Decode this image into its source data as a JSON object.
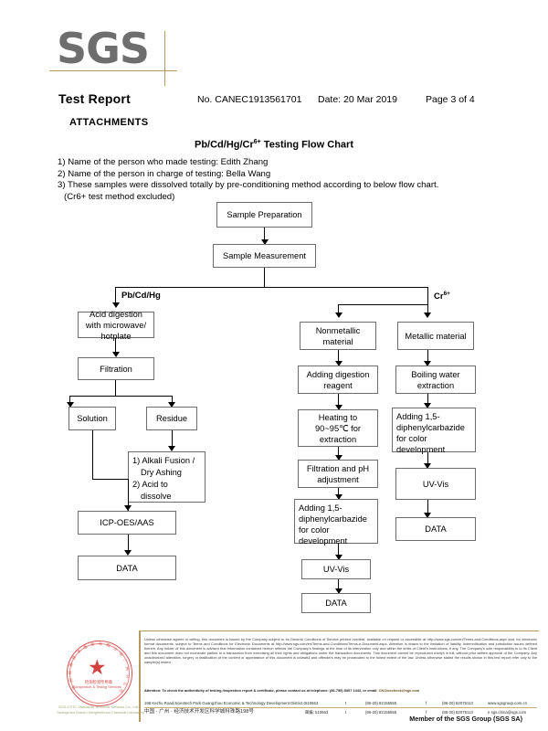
{
  "brand": {
    "logo_text": "SGS"
  },
  "header": {
    "title": "Test Report",
    "report_no": "No. CANEC1913561701",
    "date": "Date: 20 Mar 2019",
    "page": "Page 3 of 4",
    "attachments_label": "ATTACHMENTS"
  },
  "flowchart": {
    "title_main": "Pb/Cd/Hg/Cr",
    "title_sup": "6+",
    "title_tail": " Testing Flow Chart",
    "notes": [
      "1) Name of the person who made testing: Edith Zhang",
      "2) Name of the person in charge of testing: Bella Wang",
      "3) These samples were dissolved totally by pre-conditioning method according to below flow chart."
    ],
    "note_indent": "(Cr6+ test method excluded)",
    "branch_labels": {
      "left": "Pb/Cd/Hg",
      "right_main": "Cr",
      "right_sup": "6+"
    },
    "nodes": {
      "sample_preparation": "Sample Preparation",
      "sample_measurement": "Sample Measurement",
      "acid_digestion": "Acid digestion with microwave/ hotplate",
      "filtration": "Filtration",
      "solution": "Solution",
      "residue": "Residue",
      "alkali_fusion_l1": "1) Alkali Fusion /",
      "alkali_fusion_l2": "Dry Ashing",
      "alkali_fusion_l3": "2) Acid to",
      "alkali_fusion_l4": "dissolve",
      "icp_oes_aas": "ICP-OES/AAS",
      "data_left": "DATA",
      "nonmetallic_material": "Nonmetallic material",
      "adding_digestion_reagent": "Adding digestion reagent",
      "heating": "Heating to 90~95℃ for extraction",
      "filtration_ph": "Filtration and pH adjustment",
      "adding_dpc_mid": "Adding 1,5-diphenylcarbazide for color development",
      "uv_vis_mid": "UV-Vis",
      "data_mid": "DATA",
      "metallic_material": "Metallic material",
      "boiling_water_extraction": "Boiling water extraction",
      "adding_dpc_right": "Adding 1,5-diphenylcarbazide for color development",
      "uv_vis_right": "UV-Vis",
      "data_right": "DATA"
    }
  },
  "footer": {
    "legal": "Unless otherwise agreed in writing, this document is issued by the Company subject to its General Conditions of Service printed overleaf, available on request or accessible at http://www.sgs.com/en/Terms-and-Conditions.aspx and, for electronic format documents, subject to Terms and Conditions for Electronic Documents at http://www.sgs.com/en/Terms-and-Conditions/Terms-e-Document.aspx. Attention is drawn to the limitation of liability, indemnification and jurisdiction issues defined therein. Any holder of this document is advised that information contained hereon reflects the Company's findings at the time of its intervention only and within the limits of Client's instructions, if any. The Company's sole responsibility is to its Client and this document does not exonerate parties to a transaction from exercising all their rights and obligations under the transaction documents. This document cannot be reproduced except in full, without prior written approval of the Company. Any unauthorized alteration, forgery or falsification of the content or appearance of this document is unlawful and offenders may be prosecuted to the fullest extent of the law. Unless otherwise stated the results shown in this test report refer only to the sample(s) tested .",
    "attention_line1": "Attention: To check the authenticity of testing /inspection report & certificate, please contact us at telephone: (86-755) 8307 1443,",
    "attention_line2_prefix": "or email: ",
    "attention_email": "CN.Doccheck@sgs.com",
    "address_en": "198 Kezhu Road,Scientech Park Guangzhou Economic & Technology Development District,Guangzhou,China",
    "address_cn": "中国 · 广州 · 经济技术开发区科学城科珠路198号",
    "zip_label_en": "510663",
    "zip_label_cn": "邮编: 510663",
    "tel_mark": "t",
    "tel": "(86-20) 82155555",
    "fax_mark": "f",
    "fax": "(86-20) 82075113",
    "web": "www.sgsgroup.com.cn",
    "email_mark": "e",
    "email": "sgs.china@sgs.com",
    "member": "Member of the SGS Group (SGS SA)"
  },
  "stamp": {
    "center_cn": "检测检测专用章",
    "center_en": "Inspection & Testing Services",
    "arc_cn": "通标标准技术服务有限公司广州分公司",
    "bottom_line1": "SGS-CSTC Standards Technical Services Co., Ltd.",
    "bottom_line2": "Guangzhou Branch Hangmeihuan Chemical Laboratory"
  },
  "colors": {
    "logo_gray": "#6e6e6e",
    "rule_gold": "#b59a5e",
    "stamp_red": "#cc2a27",
    "box_border": "#6d6d6d"
  }
}
